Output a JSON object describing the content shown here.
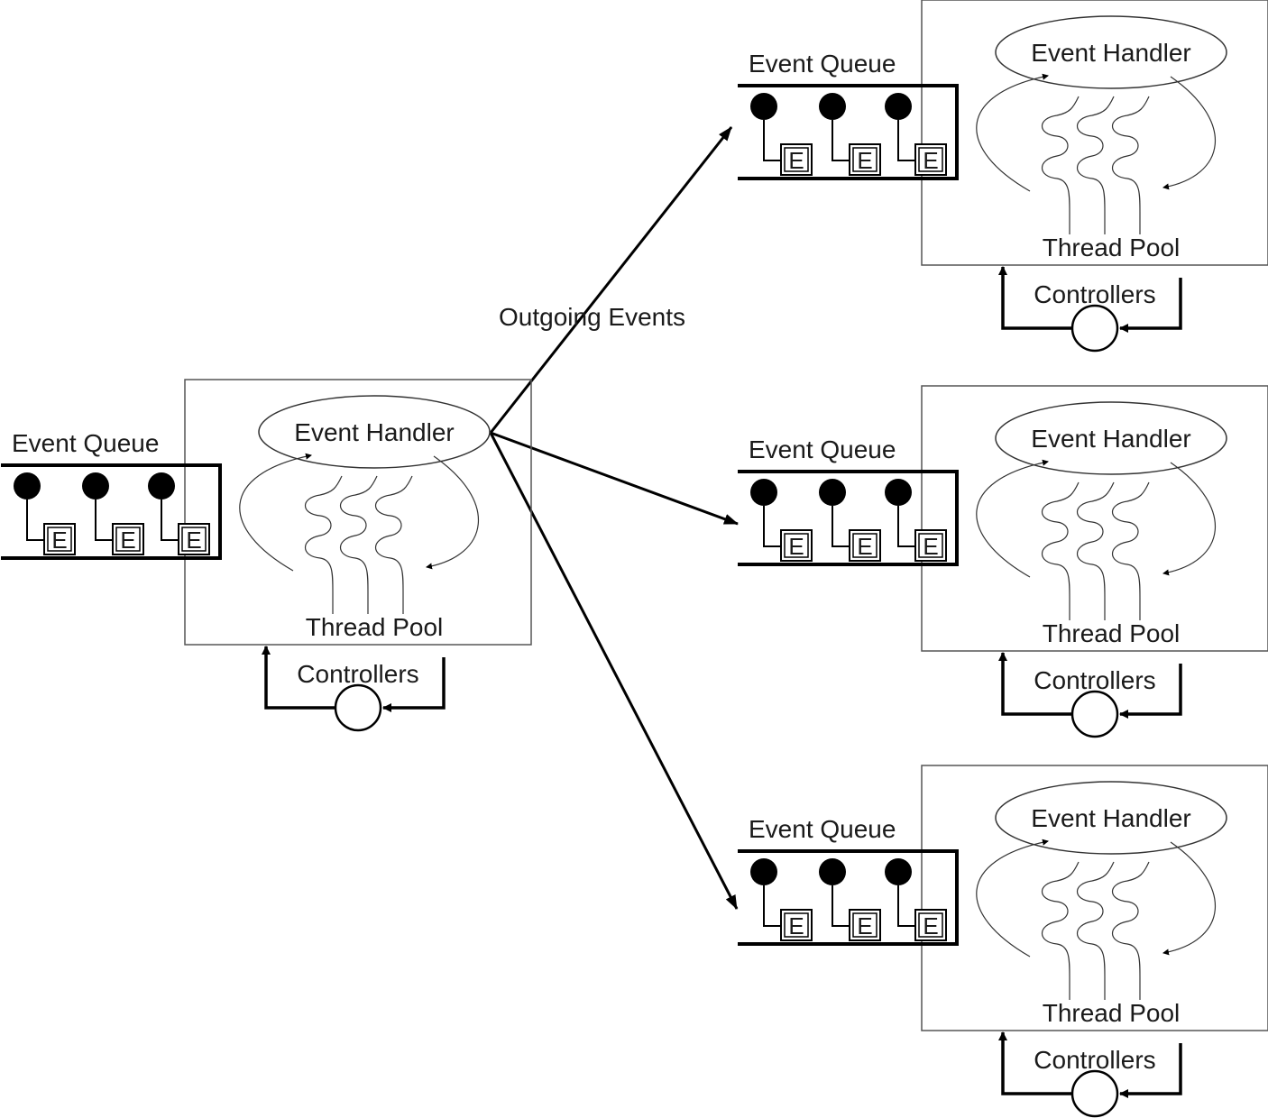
{
  "diagram": {
    "outgoing_label": "Outgoing Events",
    "stages": [
      {
        "id": "source",
        "event_queue_label": "Event Queue",
        "event_handler_label": "Event Handler",
        "thread_pool_label": "Thread Pool",
        "controllers_label": "Controllers",
        "event_item_labels": [
          "E",
          "E",
          "E"
        ]
      },
      {
        "id": "target-1",
        "event_queue_label": "Event Queue",
        "event_handler_label": "Event Handler",
        "thread_pool_label": "Thread Pool",
        "controllers_label": "Controllers",
        "event_item_labels": [
          "E",
          "E",
          "E"
        ]
      },
      {
        "id": "target-2",
        "event_queue_label": "Event Queue",
        "event_handler_label": "Event Handler",
        "thread_pool_label": "Thread Pool",
        "controllers_label": "Controllers",
        "event_item_labels": [
          "E",
          "E",
          "E"
        ]
      },
      {
        "id": "target-3",
        "event_queue_label": "Event Queue",
        "event_handler_label": "Event Handler",
        "thread_pool_label": "Thread Pool",
        "controllers_label": "Controllers",
        "event_item_labels": [
          "E",
          "E",
          "E"
        ]
      }
    ]
  }
}
